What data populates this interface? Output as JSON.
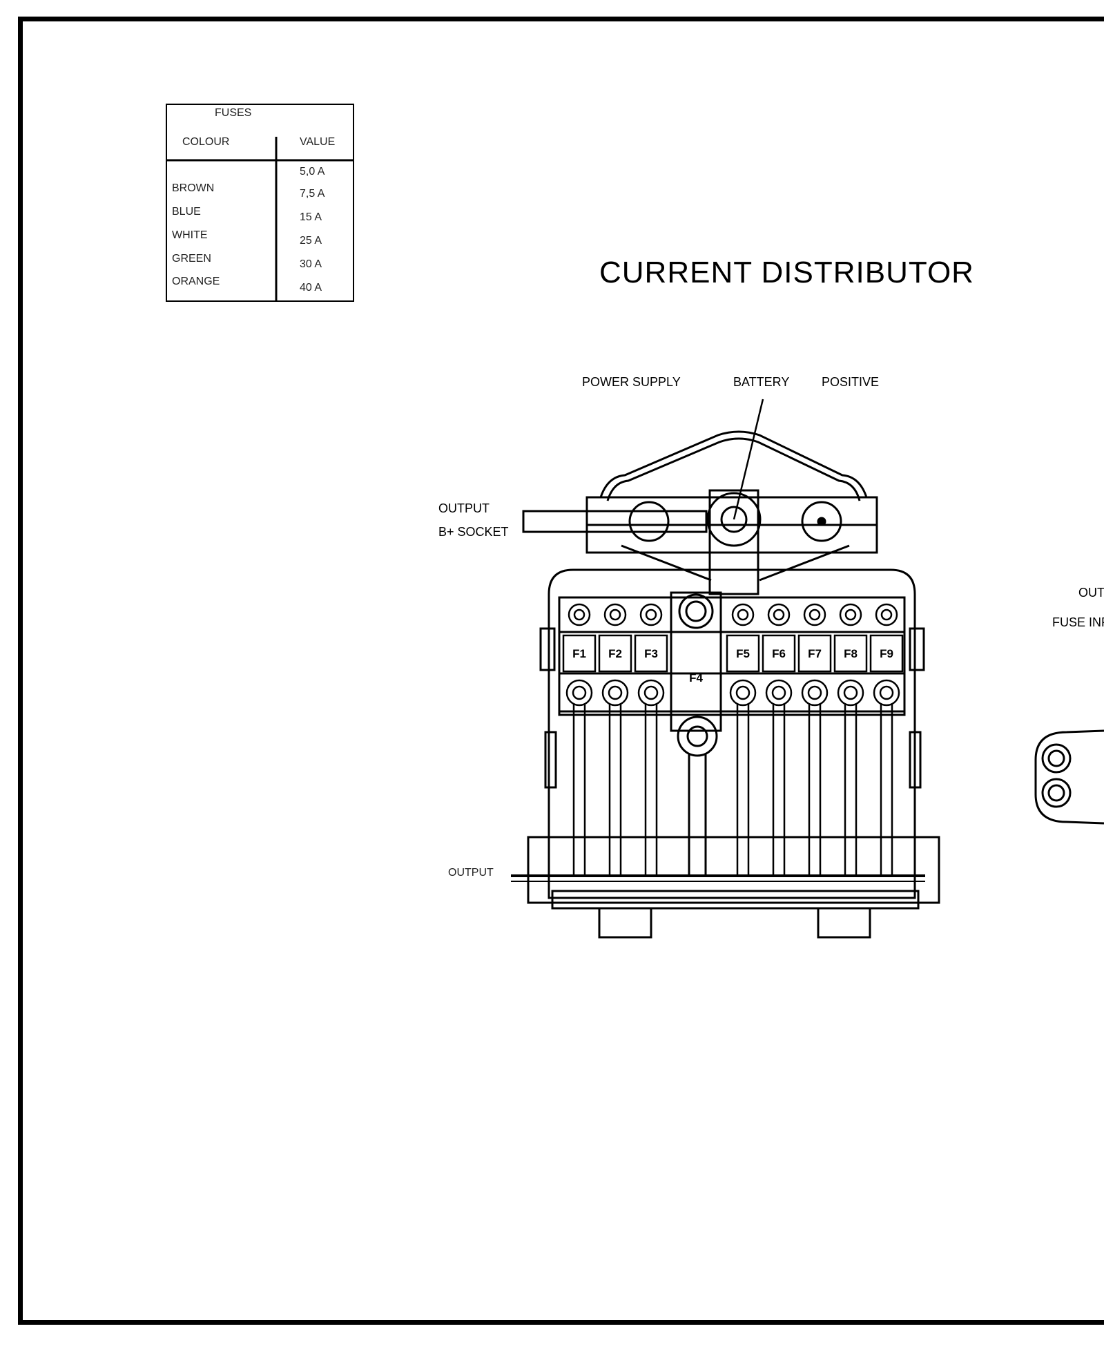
{
  "title": "CURRENT DISTRIBUTOR",
  "fuse_table": {
    "heading": "FUSES",
    "col_colour": "COLOUR",
    "col_value": "VALUE",
    "colours": [
      "BROWN",
      "BLUE",
      "WHITE",
      "GREEN",
      "ORANGE"
    ],
    "values": [
      "5,0 A",
      "7,5 A",
      "15 A",
      "25 A",
      "30 A",
      "40 A"
    ]
  },
  "labels": {
    "power_supply": "POWER SUPPLY",
    "battery": "BATTERY",
    "positive": "POSITIVE",
    "output_top": "OUTPUT",
    "b_socket": "B+ SOCKET",
    "output_bottom": "OUTPUT",
    "out_right": "OUT",
    "fuse_inp": "FUSE INP"
  },
  "fuses": [
    "F1",
    "F2",
    "F3",
    "F4",
    "F5",
    "F6",
    "F7",
    "F8",
    "F9"
  ]
}
